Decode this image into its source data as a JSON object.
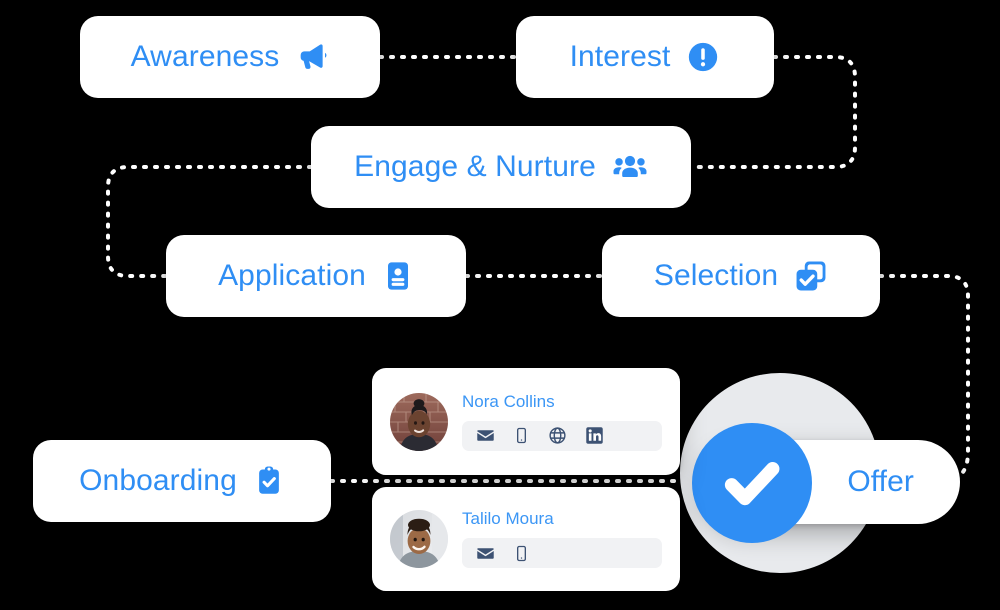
{
  "diagram": {
    "title": "Recruitment funnel flow",
    "accent_blue": "#2f8ef4",
    "card_bg": "#ffffff",
    "circle_gray": "#e8eaed",
    "social_icon_color": "#3d5273",
    "icon_bar_bg": "#f1f2f4",
    "connector_style": "dotted-white"
  },
  "stages": [
    {
      "id": "awareness",
      "label": "Awareness",
      "icon": "megaphone-icon"
    },
    {
      "id": "interest",
      "label": "Interest",
      "icon": "exclamation-circle-icon"
    },
    {
      "id": "engage",
      "label": "Engage & Nurture",
      "icon": "people-group-icon"
    },
    {
      "id": "application",
      "label": "Application",
      "icon": "id-badge-icon"
    },
    {
      "id": "selection",
      "label": "Selection",
      "icon": "checkbox-stack-icon"
    },
    {
      "id": "onboarding",
      "label": "Onboarding",
      "icon": "clipboard-check-icon"
    },
    {
      "id": "offer",
      "label": "Offer",
      "icon": "check-circle-icon"
    }
  ],
  "people": [
    {
      "id": "nora",
      "name": "Nora Collins",
      "avatar_alt": "Portrait of a woman in front of a brick wall",
      "contact_icons": [
        "email-icon",
        "mobile-icon",
        "website-icon",
        "linkedin-icon"
      ]
    },
    {
      "id": "talilo",
      "name": "Talilo Moura",
      "avatar_alt": "Portrait of a smiling man",
      "contact_icons": [
        "email-icon",
        "mobile-icon"
      ]
    }
  ]
}
